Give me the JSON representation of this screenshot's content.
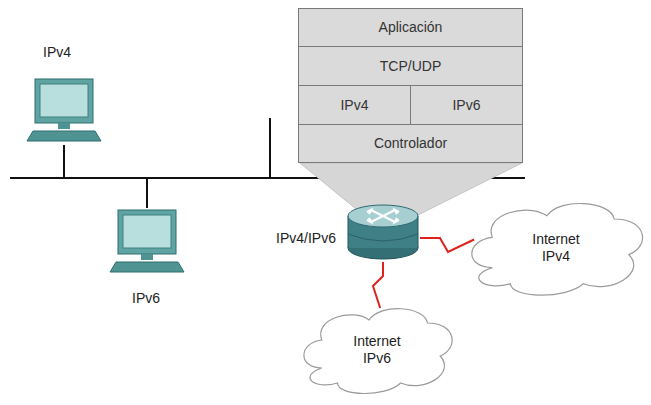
{
  "diagram": {
    "nodes": [
      {
        "text": [
          "IPv4"
        ]
      },
      {
        "text": [
          "IPv6"
        ]
      },
      {
        "text": [
          "Aplicación"
        ]
      },
      {
        "text": [
          "TCP/UDP"
        ]
      },
      {
        "text": [
          "IPv4"
        ]
      },
      {
        "text": [
          "IPv6"
        ]
      },
      {
        "text": [
          "Controlador"
        ]
      },
      {
        "text": [
          "IPv4/IPv6"
        ]
      },
      {
        "text": [
          "Internet IPv4"
        ]
      },
      {
        "text": [
          "Internet IPv6"
        ]
      }
    ],
    "edges": [
      {
        "from": 0,
        "to": 7,
        "arrow": "none"
      },
      {
        "from": 1,
        "to": 7,
        "arrow": "none"
      },
      {
        "from": 7,
        "to": 8,
        "arrow": "none"
      },
      {
        "from": 7,
        "to": 9,
        "arrow": "none"
      }
    ]
  }
}
